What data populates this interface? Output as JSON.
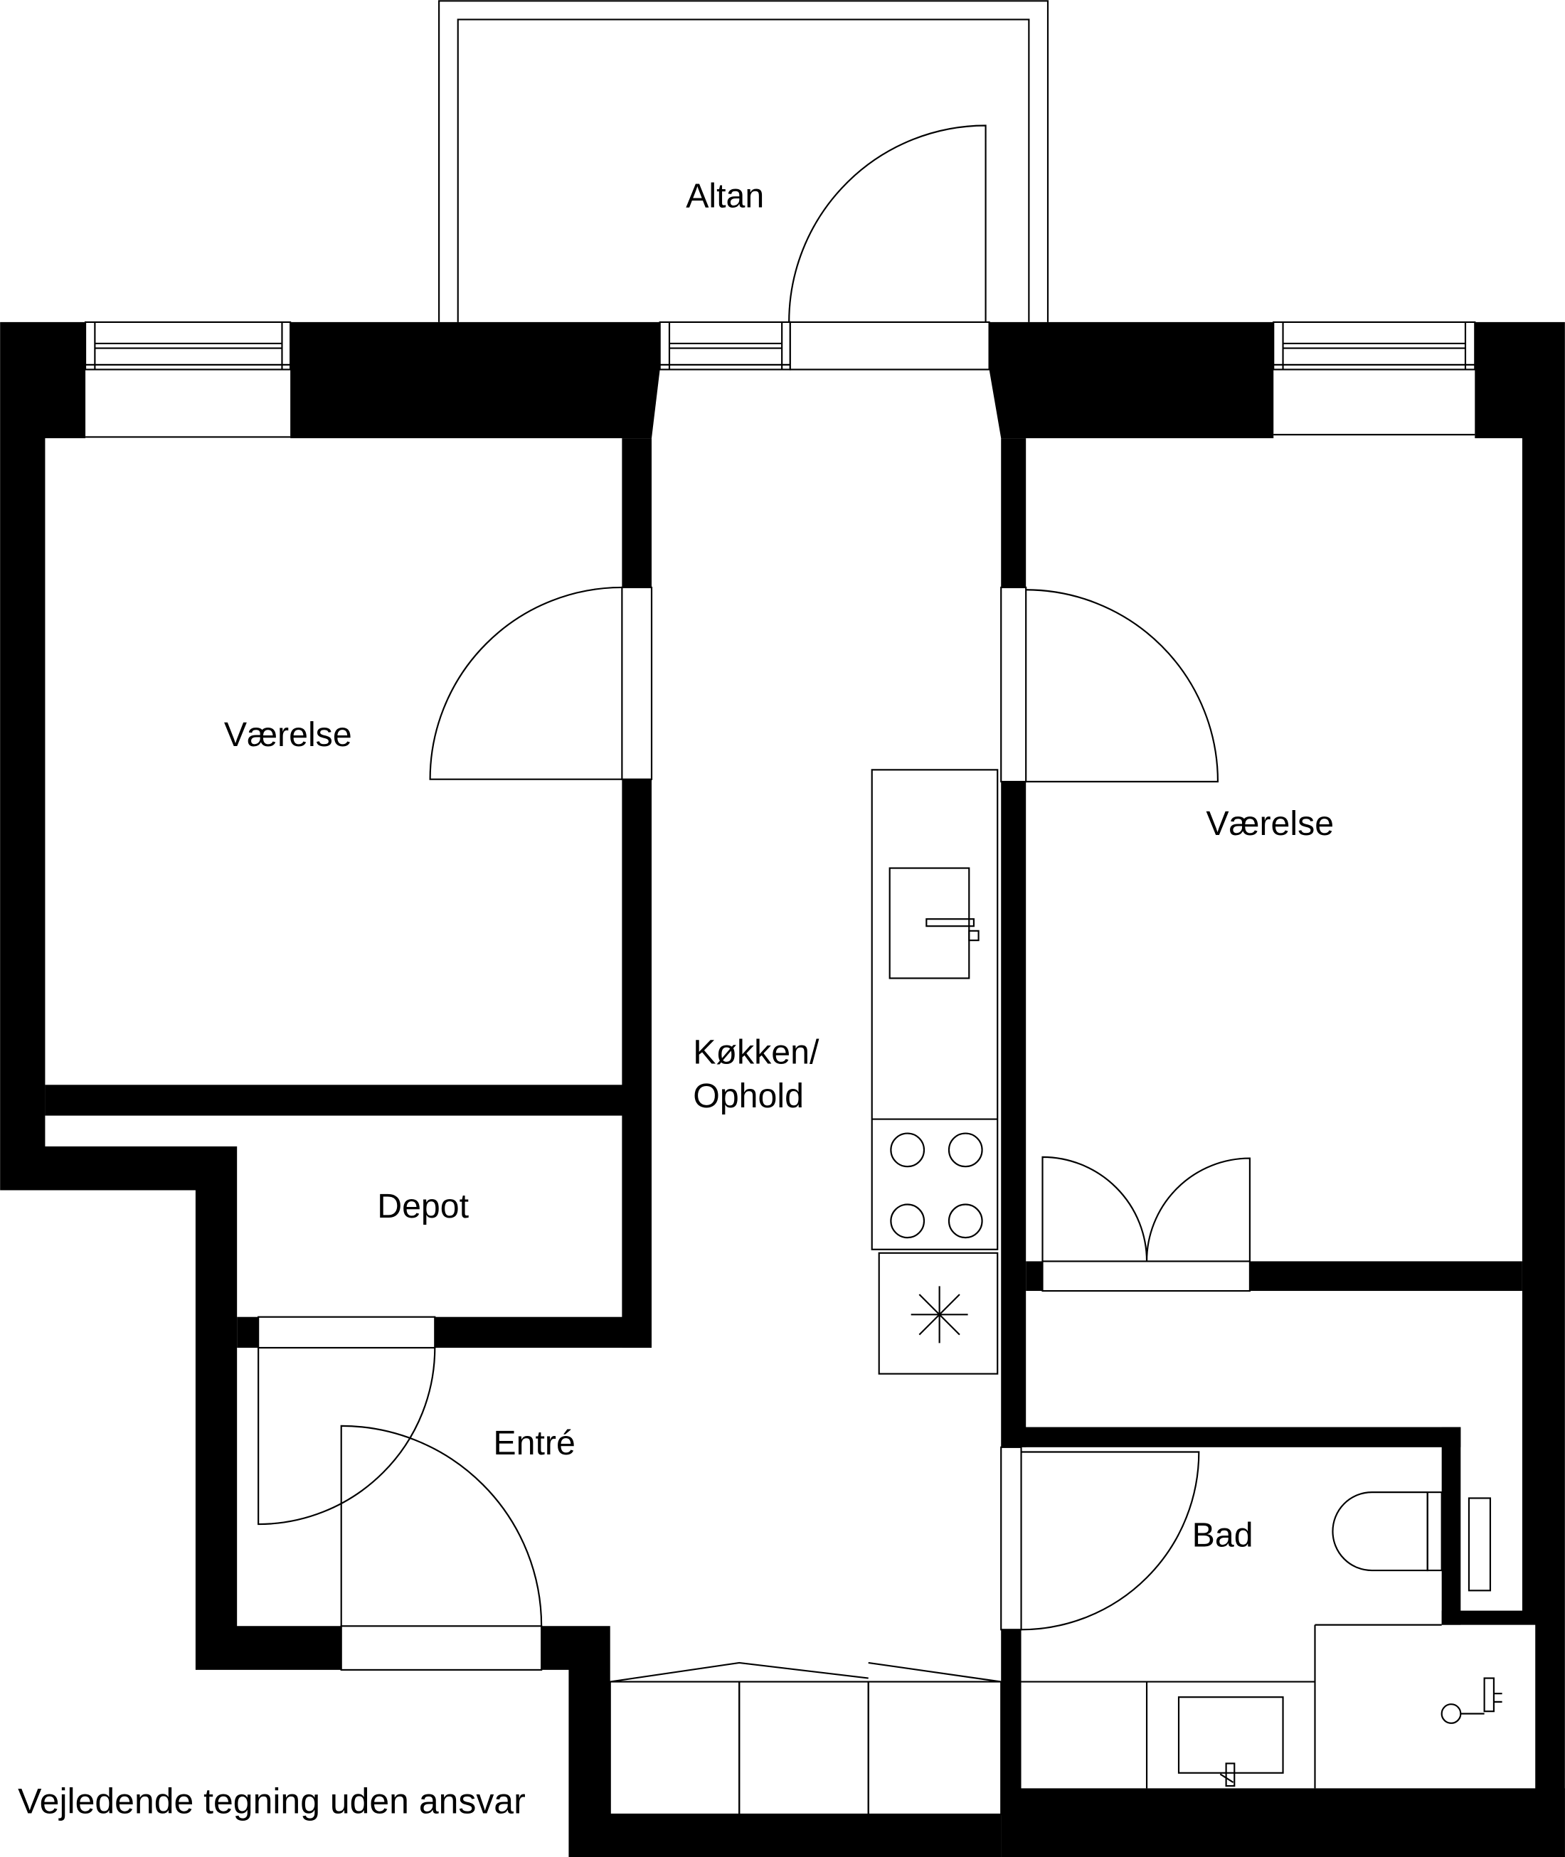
{
  "plan": {
    "balcony": {
      "label": "Altan"
    },
    "bedroom_left": {
      "label": "Værelse"
    },
    "bedroom_right": {
      "label": "Værelse"
    },
    "kitchen": {
      "label_line1": "Køkken/",
      "label_line2": "Ophold"
    },
    "storage": {
      "label": "Depot"
    },
    "entrance": {
      "label": "Entré"
    },
    "bathroom": {
      "label": "Bad"
    }
  },
  "footer": {
    "disclaimer": "Vejledende tegning uden ansvar"
  }
}
